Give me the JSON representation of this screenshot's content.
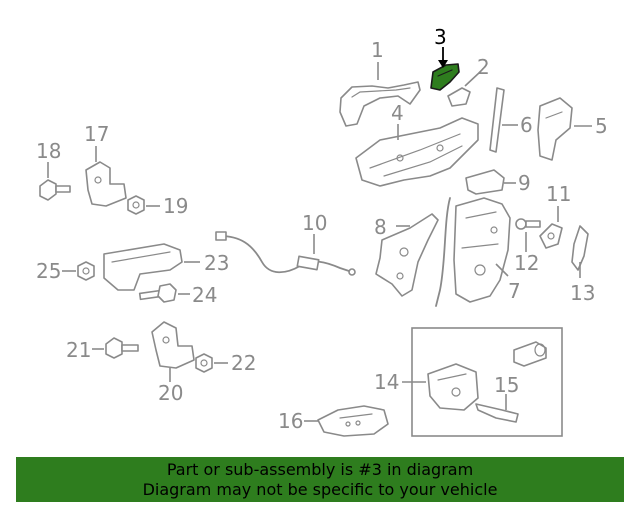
{
  "diagram": {
    "callouts": {
      "c1": "1",
      "c2": "2",
      "c3": "3",
      "c4": "4",
      "c5": "5",
      "c6": "6",
      "c7": "7",
      "c8": "8",
      "c9": "9",
      "c10": "10",
      "c11": "11",
      "c12": "12",
      "c13": "13",
      "c14": "14",
      "c15": "15",
      "c16": "16",
      "c17": "17",
      "c18": "18",
      "c19": "19",
      "c20": "20",
      "c21": "21",
      "c22": "22",
      "c23": "23",
      "c24": "24",
      "c25": "25"
    },
    "highlight_callout": "3",
    "highlight_color": "#2e7d1e",
    "line_color": "#8a8a8a"
  },
  "banner": {
    "line1": "Part or sub-assembly is #3 in diagram",
    "line2": "Diagram may not be specific to your vehicle",
    "background": "#2e7d1e"
  }
}
